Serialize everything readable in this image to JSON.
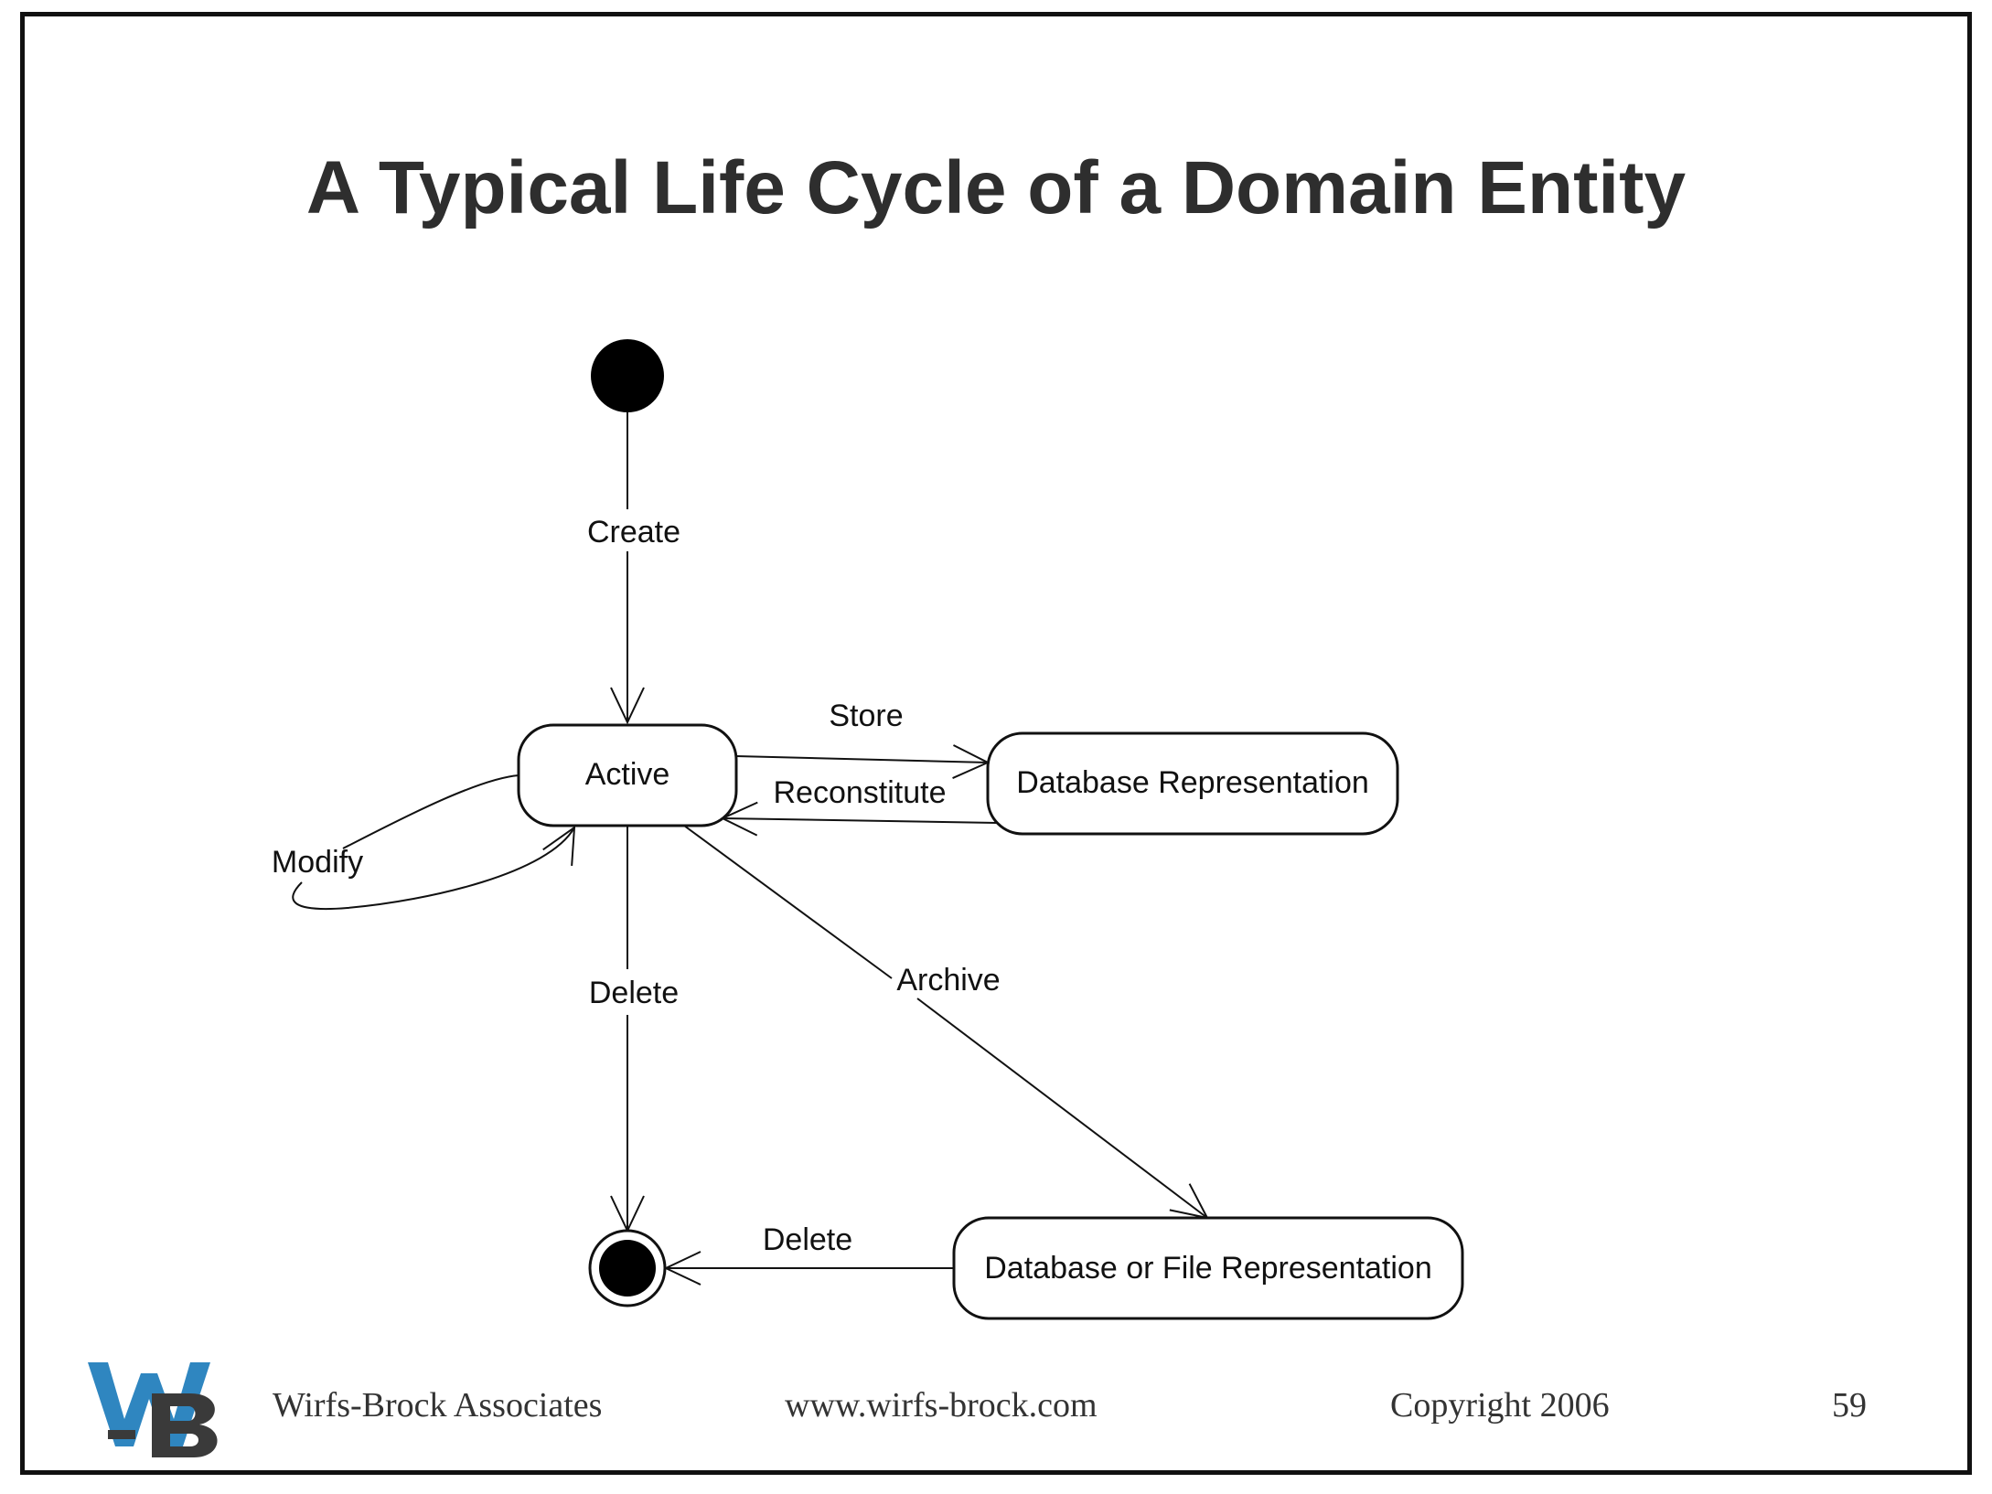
{
  "slide": {
    "title": "A Typical Life Cycle of a Domain Entity"
  },
  "diagram": {
    "states": {
      "active": "Active",
      "database_representation": "Database Representation",
      "database_or_file_representation": "Database or File Representation"
    },
    "transitions": {
      "create": "Create",
      "store": "Store",
      "reconstitute": "Reconstitute",
      "modify": "Modify",
      "delete": "Delete",
      "archive": "Archive",
      "delete_from_archive": "Delete"
    }
  },
  "footer": {
    "company": "Wirfs-Brock Associates",
    "url": "www.wirfs-brock.com",
    "copyright": "Copyright 2006",
    "page_number": "59"
  },
  "colors": {
    "title": "#2e2e2e",
    "logo_blue": "#2f86c0",
    "logo_dark": "#3a3a3a"
  }
}
